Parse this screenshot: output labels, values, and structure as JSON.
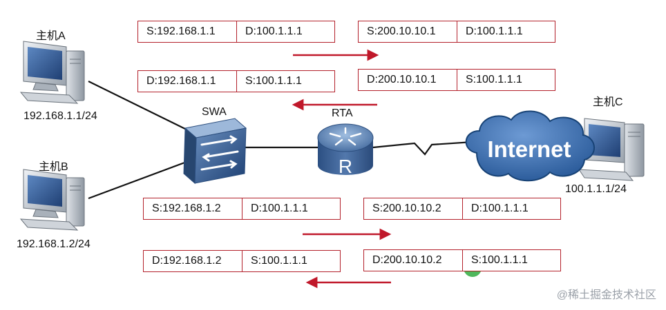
{
  "hosts": {
    "a": {
      "name": "主机A",
      "ip": "192.168.1.1/24"
    },
    "b": {
      "name": "主机B",
      "ip": "192.168.1.2/24"
    },
    "c": {
      "name": "主机C",
      "ip": "100.1.1.1/24"
    }
  },
  "devices": {
    "switch": "SWA",
    "router": "RTA",
    "router_letter": "R",
    "cloud": "Internet"
  },
  "packets": [
    {
      "id": "a-out-lan",
      "left": "S:192.168.1.1",
      "right": "D:100.1.1.1"
    },
    {
      "id": "a-out-wan",
      "left": "S:200.10.10.1",
      "right": "D:100.1.1.1"
    },
    {
      "id": "a-in-lan",
      "left": "D:192.168.1.1",
      "right": "S:100.1.1.1"
    },
    {
      "id": "a-in-wan",
      "left": "D:200.10.10.1",
      "right": "S:100.1.1.1"
    },
    {
      "id": "b-out-lan",
      "left": "S:192.168.1.2",
      "right": "D:100.1.1.1"
    },
    {
      "id": "b-out-wan",
      "left": "S:200.10.10.2",
      "right": "D:100.1.1.1"
    },
    {
      "id": "b-in-lan",
      "left": "D:192.168.1.2",
      "right": "S:100.1.1.1"
    },
    {
      "id": "b-in-wan",
      "left": "D:200.10.10.2",
      "right": "S:100.1.1.1"
    }
  ],
  "colors": {
    "packet_border": "#b3202a",
    "arrow": "#c0182a",
    "link": "#111111",
    "cursor": "#3cb04a"
  },
  "watermark": "@稀土掘金技术社区"
}
